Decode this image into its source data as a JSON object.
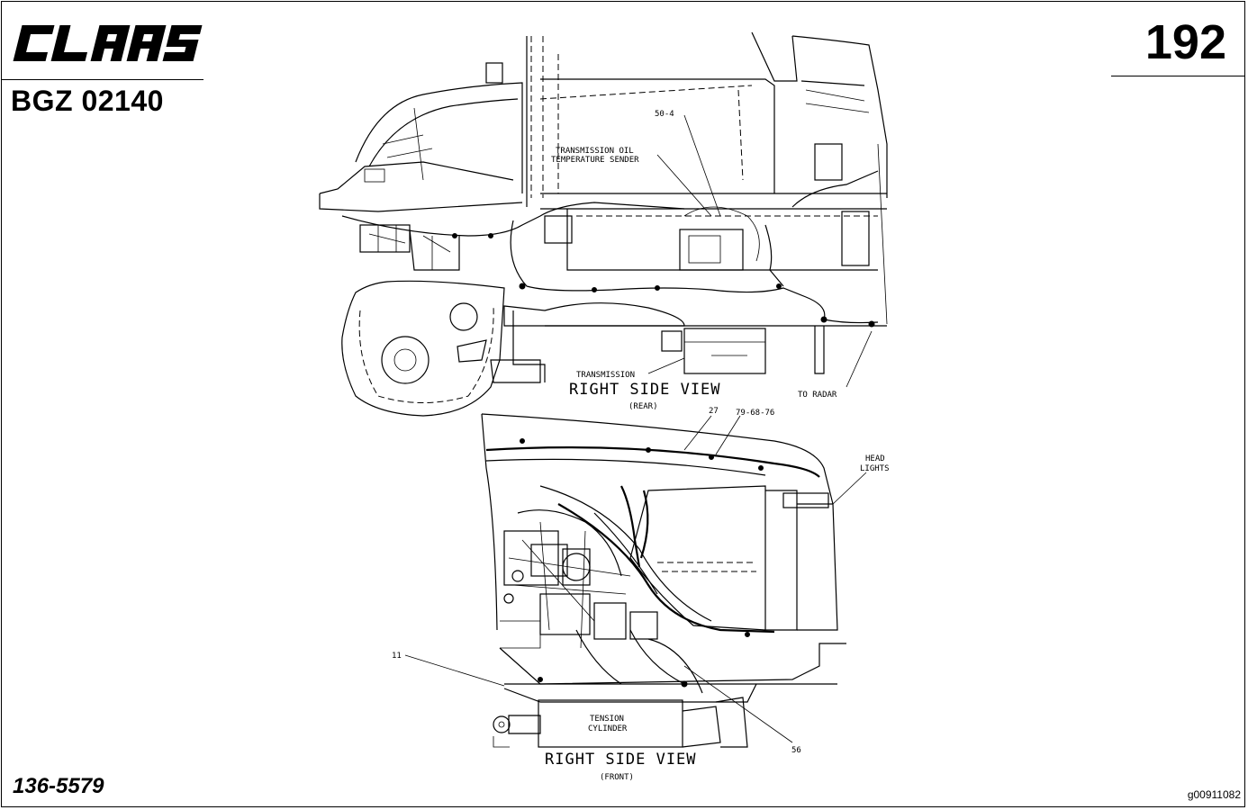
{
  "header": {
    "brand": "CLAAS",
    "doc_code": "BGZ 02140",
    "page_number": "192"
  },
  "footer": {
    "part_number": "136-5579",
    "image_id": "g00911082"
  },
  "rear_view": {
    "title": "RIGHT SIDE VIEW",
    "subtitle": "(REAR)",
    "callouts": {
      "item_50_4": "50-4",
      "trans_oil_line1": "TRANSMISSION OIL",
      "trans_oil_line2": "TEMPERATURE SENDER",
      "transmission": "TRANSMISSION",
      "to_radar": "TO RADAR"
    }
  },
  "front_view": {
    "title": "RIGHT SIDE VIEW",
    "subtitle": "(FRONT)",
    "callouts": {
      "item_27": "27",
      "item_79_68_76": "79-68-76",
      "head_line1": "HEAD",
      "head_line2": "LIGHTS",
      "item_11": "11",
      "tension_line1": "TENSION",
      "tension_line2": "CYLINDER",
      "item_56": "56"
    }
  }
}
